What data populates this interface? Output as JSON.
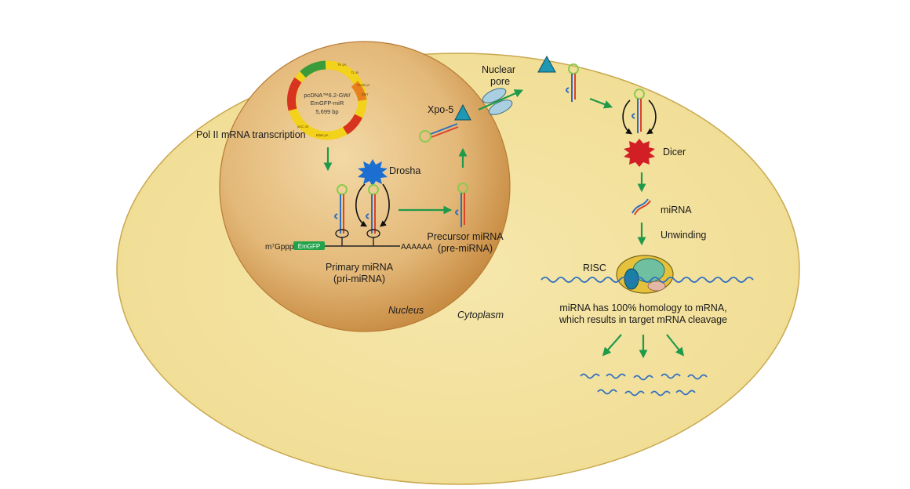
{
  "colors": {
    "cytoplasm": "#f4e3a0",
    "nucleus": "#e0b474",
    "arrow": "#1e9a4a",
    "rna_blue": "#2f6fbf",
    "rna_red": "#d9442b",
    "loop_green": "#8ccb4f",
    "drosha": "#1c6fd1",
    "dicer": "#d21f26",
    "xpo5": "#1f98b5",
    "risc": "#e6c23c",
    "emgfp": "#22a34a"
  },
  "labels": {
    "pol2": "Pol II mRNA transcription",
    "drosha": "Drosha",
    "xpo5": "Xpo-5",
    "nuclear_pore_1": "Nuclear",
    "nuclear_pore_2": "pore",
    "dicer": "Dicer",
    "mirna": "miRNA",
    "unwinding": "Unwinding",
    "risc": "RISC",
    "precursor_1": "Precursor miRNA",
    "precursor_2": "(pre-miRNA)",
    "primary_1": "Primary miRNA",
    "primary_2": "(pri-miRNA)",
    "m7gppp": "m⁷Gppp",
    "emgfp": "EmGFP",
    "polya": "AAAAAA",
    "nucleus": "Nucleus",
    "cytoplasm": "Cytoplasm",
    "homology_1": "miRNA has 100% homology to mRNA,",
    "homology_2": "which results in target mRNA cleavage"
  },
  "plasmid": {
    "name_1": "pcDNA™6.2-GW/",
    "name_2": "EmGFP-miR",
    "size": "5,699 bp",
    "features": [
      "TK pA",
      "f1 ori",
      "SV40 pA",
      "EM7",
      "pUC ori",
      "Blast pA"
    ]
  },
  "icons": [
    "drosha-icon",
    "dicer-icon",
    "xpo5-icon",
    "nuclear-pore-icon",
    "risc-icon",
    "plasmid-icon"
  ]
}
